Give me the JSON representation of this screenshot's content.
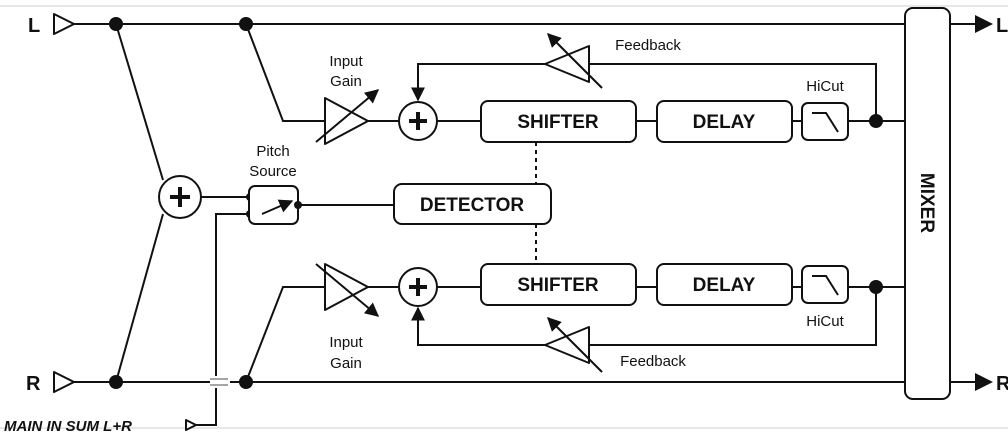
{
  "inputs": {
    "left": "L",
    "right": "R"
  },
  "outputs": {
    "left": "L",
    "right": "R"
  },
  "blocks": {
    "shifter_top": "SHIFTER",
    "shifter_bottom": "SHIFTER",
    "delay_top": "DELAY",
    "delay_bottom": "DELAY",
    "detector": "DETECTOR",
    "mixer": "MIXER"
  },
  "labels": {
    "input_gain_top_1": "Input",
    "input_gain_top_2": "Gain",
    "input_gain_bottom_1": "Input",
    "input_gain_bottom_2": "Gain",
    "feedback_top": "Feedback",
    "feedback_bottom": "Feedback",
    "hicut_top": "HiCut",
    "hicut_bottom": "HiCut",
    "pitch_source_1": "Pitch",
    "pitch_source_2": "Source",
    "main_in": "MAIN IN SUM L+R"
  }
}
